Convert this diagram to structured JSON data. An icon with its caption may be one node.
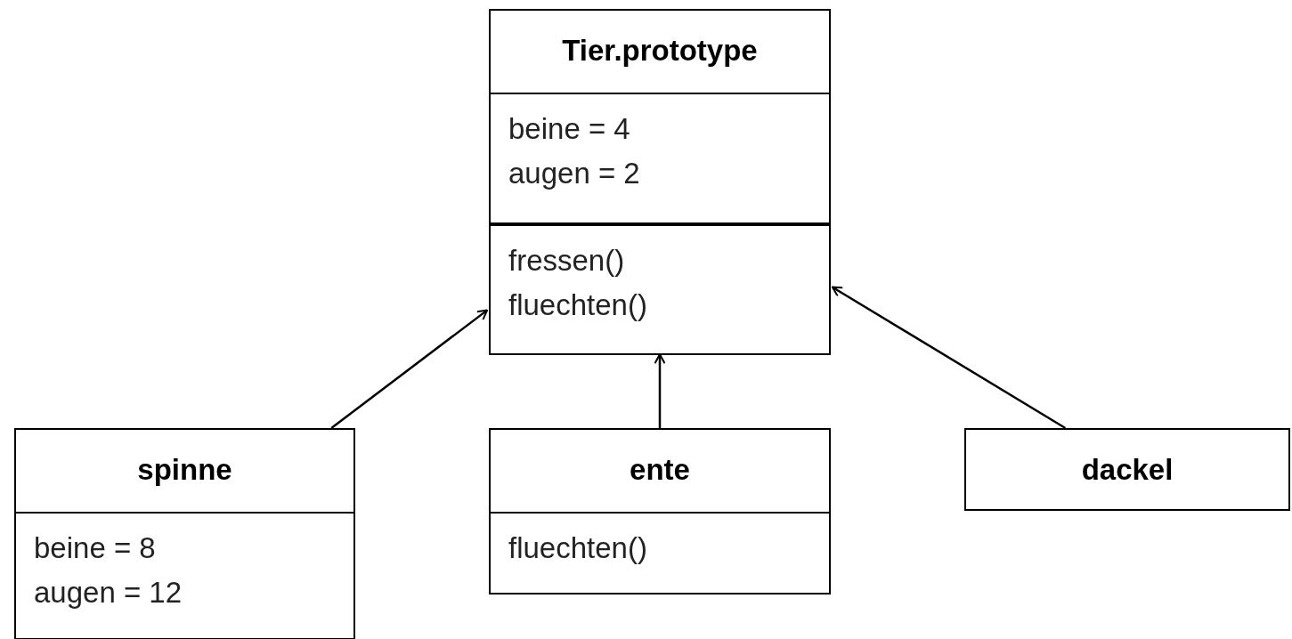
{
  "diagram": {
    "nodes": [
      {
        "text": [
          "Tier.prototype"
        ]
      },
      {
        "text": [
          "beine = 4",
          "augen = 2"
        ],
        "in": 0
      },
      {
        "text": [
          "fressen()",
          "fluechten()"
        ],
        "in": 0
      },
      {
        "text": [
          "spinne"
        ]
      },
      {
        "text": [
          "beine = 8",
          "augen = 12"
        ],
        "in": 3
      },
      {
        "text": [
          "ente"
        ]
      },
      {
        "text": [
          "fluechten()"
        ],
        "in": 5
      },
      {
        "text": [
          "dackel"
        ]
      }
    ],
    "edges": [
      {
        "from": 3,
        "to": 0,
        "arrow": "to"
      },
      {
        "from": 5,
        "to": 0,
        "arrow": "to"
      },
      {
        "from": 7,
        "to": 0,
        "arrow": "to"
      }
    ]
  }
}
